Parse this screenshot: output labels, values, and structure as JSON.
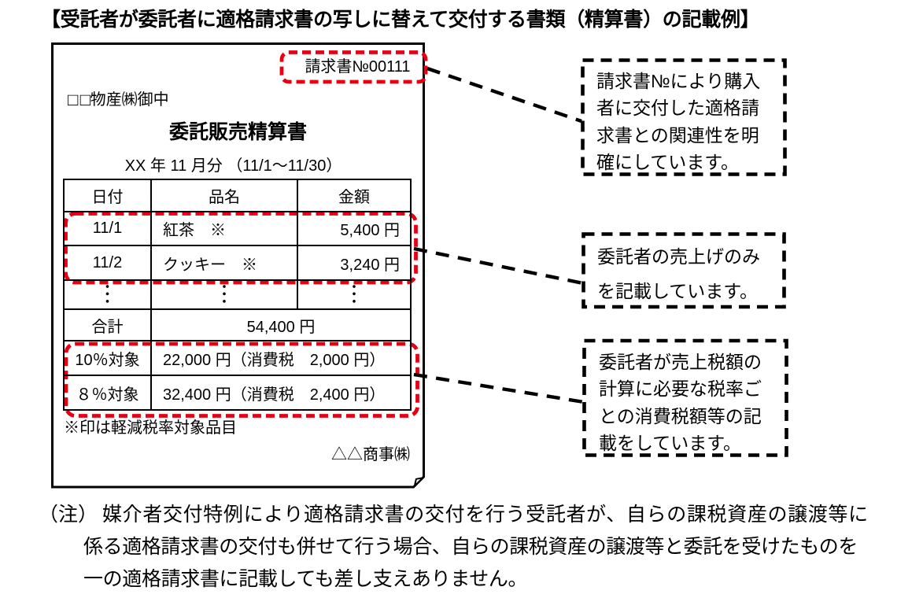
{
  "page": {
    "title": "【受託者が委託者に適格請求書の写しに替えて交付する書類（精算書）の記載例】"
  },
  "document": {
    "invoice_no": "請求書№00111",
    "addressee": "□□物産㈱御中",
    "addressee_prefix": "□□",
    "addressee_rest": "物産㈱御中",
    "doc_title": "委託販売精算書",
    "period": "XX 年 11 月分 （11/1～11/30）",
    "table": {
      "headers": {
        "date": "日付",
        "item": "品名",
        "amount": "金額"
      },
      "rows": [
        {
          "date": "11/1",
          "item": "紅茶　※",
          "amount": "5,400 円"
        },
        {
          "date": "11/2",
          "item": "クッキー　※",
          "amount": "3,240 円"
        }
      ],
      "ellipsis": "︙",
      "total_label": "合計",
      "total_value": "54,400 円",
      "tax_rows": [
        {
          "label": "10％対象",
          "value": "22,000 円（消費税　2,000 円）"
        },
        {
          "label": "８％対象",
          "value": "32,400 円（消費税　2,400 円）"
        }
      ]
    },
    "footnote": "※印は軽減税率対象品目",
    "company": "△△商事㈱"
  },
  "callouts": [
    {
      "lines": [
        "請求書№により購入",
        "者に交付した適格請",
        "求書との関連性を明",
        "確にしています。"
      ]
    },
    {
      "lines": [
        "委託者の売上げのみ",
        "を記載しています。"
      ]
    },
    {
      "lines": [
        "委託者が売上税額の",
        "計算に必要な税率ご",
        "との消費税額等の記",
        "載をしています。"
      ]
    }
  ],
  "note": {
    "label": "（注）",
    "lines": [
      "媒介者交付特例により適格請求書の交付を行う受託者が、自らの課税資産の譲渡等に",
      "係る適格請求書の交付も併せて行う場合、自らの課税資産の譲渡等と委託を受けたものを",
      "一の適格請求書に記載しても差し支えありません。"
    ]
  },
  "colors": {
    "accent_red": "#e60012",
    "ink": "#000000"
  }
}
